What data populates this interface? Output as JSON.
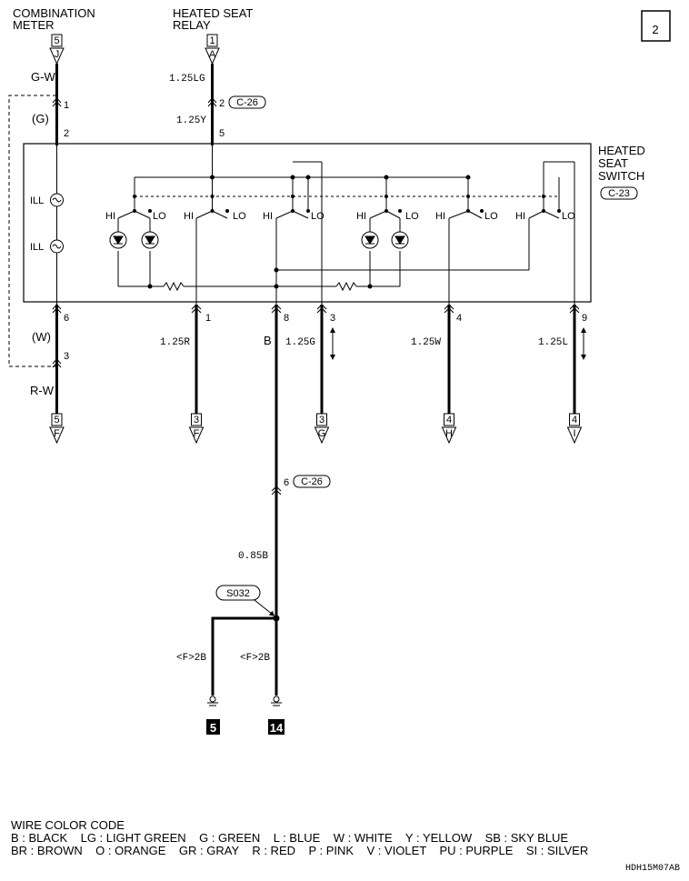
{
  "page_number": "2",
  "components": {
    "combination_meter": [
      "COMBINATION",
      "METER"
    ],
    "heated_seat_relay": [
      "HEATED SEAT",
      "RELAY"
    ],
    "heated_seat_switch": [
      "HEATED",
      "SEAT",
      "SWITCH"
    ]
  },
  "connectors": {
    "c26": "C-26",
    "c23": "C-23",
    "splice": "S032"
  },
  "top_terminals": {
    "meter_box": "5",
    "meter_letter": "J",
    "relay_box": "1",
    "relay_letter": "A"
  },
  "wires_top": {
    "g_w": "G-W",
    "pin1": "1",
    "g_paren": "(G)",
    "pin2": "2",
    "lg": "1.25LG",
    "relay_pin2": "2",
    "y": "1.25Y",
    "pin5": "5"
  },
  "switch_labels": {
    "ill": "ILL",
    "hi": "HI",
    "lo": "LO"
  },
  "outputs": [
    {
      "pin": "6",
      "paren": "(W)",
      "sub_pin": "3",
      "wire": "R-W",
      "box": "5",
      "letter": "F"
    },
    {
      "pin": "1",
      "wire": "1.25R",
      "box": "3",
      "letter": "F"
    },
    {
      "pin": "8",
      "wire": "B"
    },
    {
      "pin": "3",
      "wire": "1.25G",
      "box": "3",
      "letter": "G"
    },
    {
      "pin": "4",
      "wire": "1.25W",
      "box": "4",
      "letter": "H"
    },
    {
      "pin": "9",
      "wire": "1.25L",
      "box": "4",
      "letter": "I"
    }
  ],
  "ground_section": {
    "c26_pin": "6",
    "wire": "0.85B",
    "left_wire": "<F>2B",
    "right_wire": "<F>2B",
    "left_ground": "5",
    "right_ground": "14"
  },
  "legend": {
    "title": "WIRE COLOR CODE",
    "row1": "B : BLACK    LG : LIGHT GREEN    G : GREEN    L : BLUE    W : WHITE    Y : YELLOW    SB : SKY BLUE",
    "row2": "BR : BROWN    O : ORANGE    GR : GRAY    R : RED    P : PINK    V : VIOLET    PU : PURPLE    SI : SILVER"
  },
  "drawing_code": "HDH15M07AB"
}
